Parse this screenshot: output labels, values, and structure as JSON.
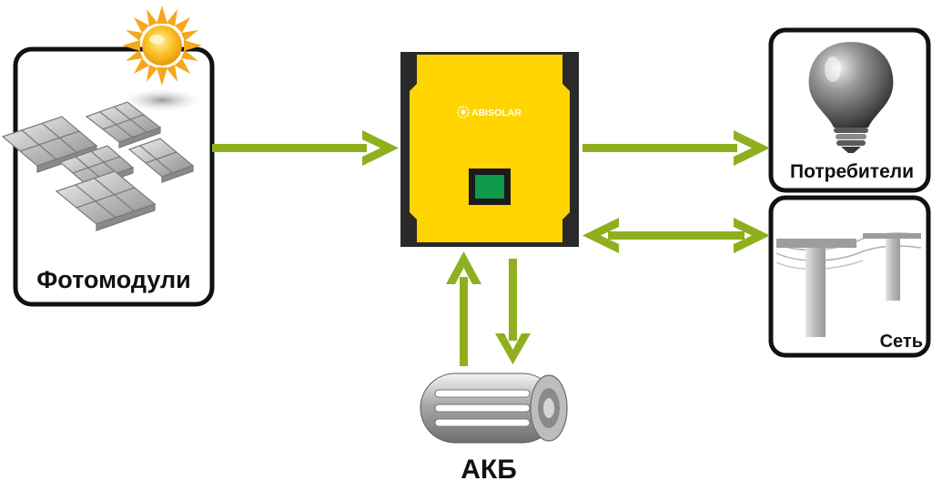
{
  "diagram": {
    "nodes": {
      "pv": {
        "label": "Фотомодули",
        "icon": "solar-panels-with-sun-icon"
      },
      "inverter": {
        "brand": "ABISOLAR",
        "icon": "hybrid-inverter-icon",
        "body_color": "#FFD400",
        "side_color": "#2A2A2A",
        "indicator_color": "#0E9A48"
      },
      "load": {
        "label": "Потребители",
        "icon": "light-bulb-icon"
      },
      "grid": {
        "label": "Сеть",
        "icon": "power-line-pole-icon"
      },
      "battery": {
        "label": "АКБ",
        "icon": "battery-icon"
      }
    },
    "edges": [
      {
        "from": "pv",
        "to": "inverter",
        "direction": "one-way"
      },
      {
        "from": "inverter",
        "to": "load",
        "direction": "one-way"
      },
      {
        "from": "inverter",
        "to": "grid",
        "direction": "two-way"
      },
      {
        "from": "battery",
        "to": "inverter",
        "direction": "one-way"
      },
      {
        "from": "inverter",
        "to": "battery",
        "direction": "one-way"
      }
    ],
    "colors": {
      "arrow": "#8FAF1E",
      "frame": "#111111",
      "sun": "#F7B21A"
    }
  }
}
